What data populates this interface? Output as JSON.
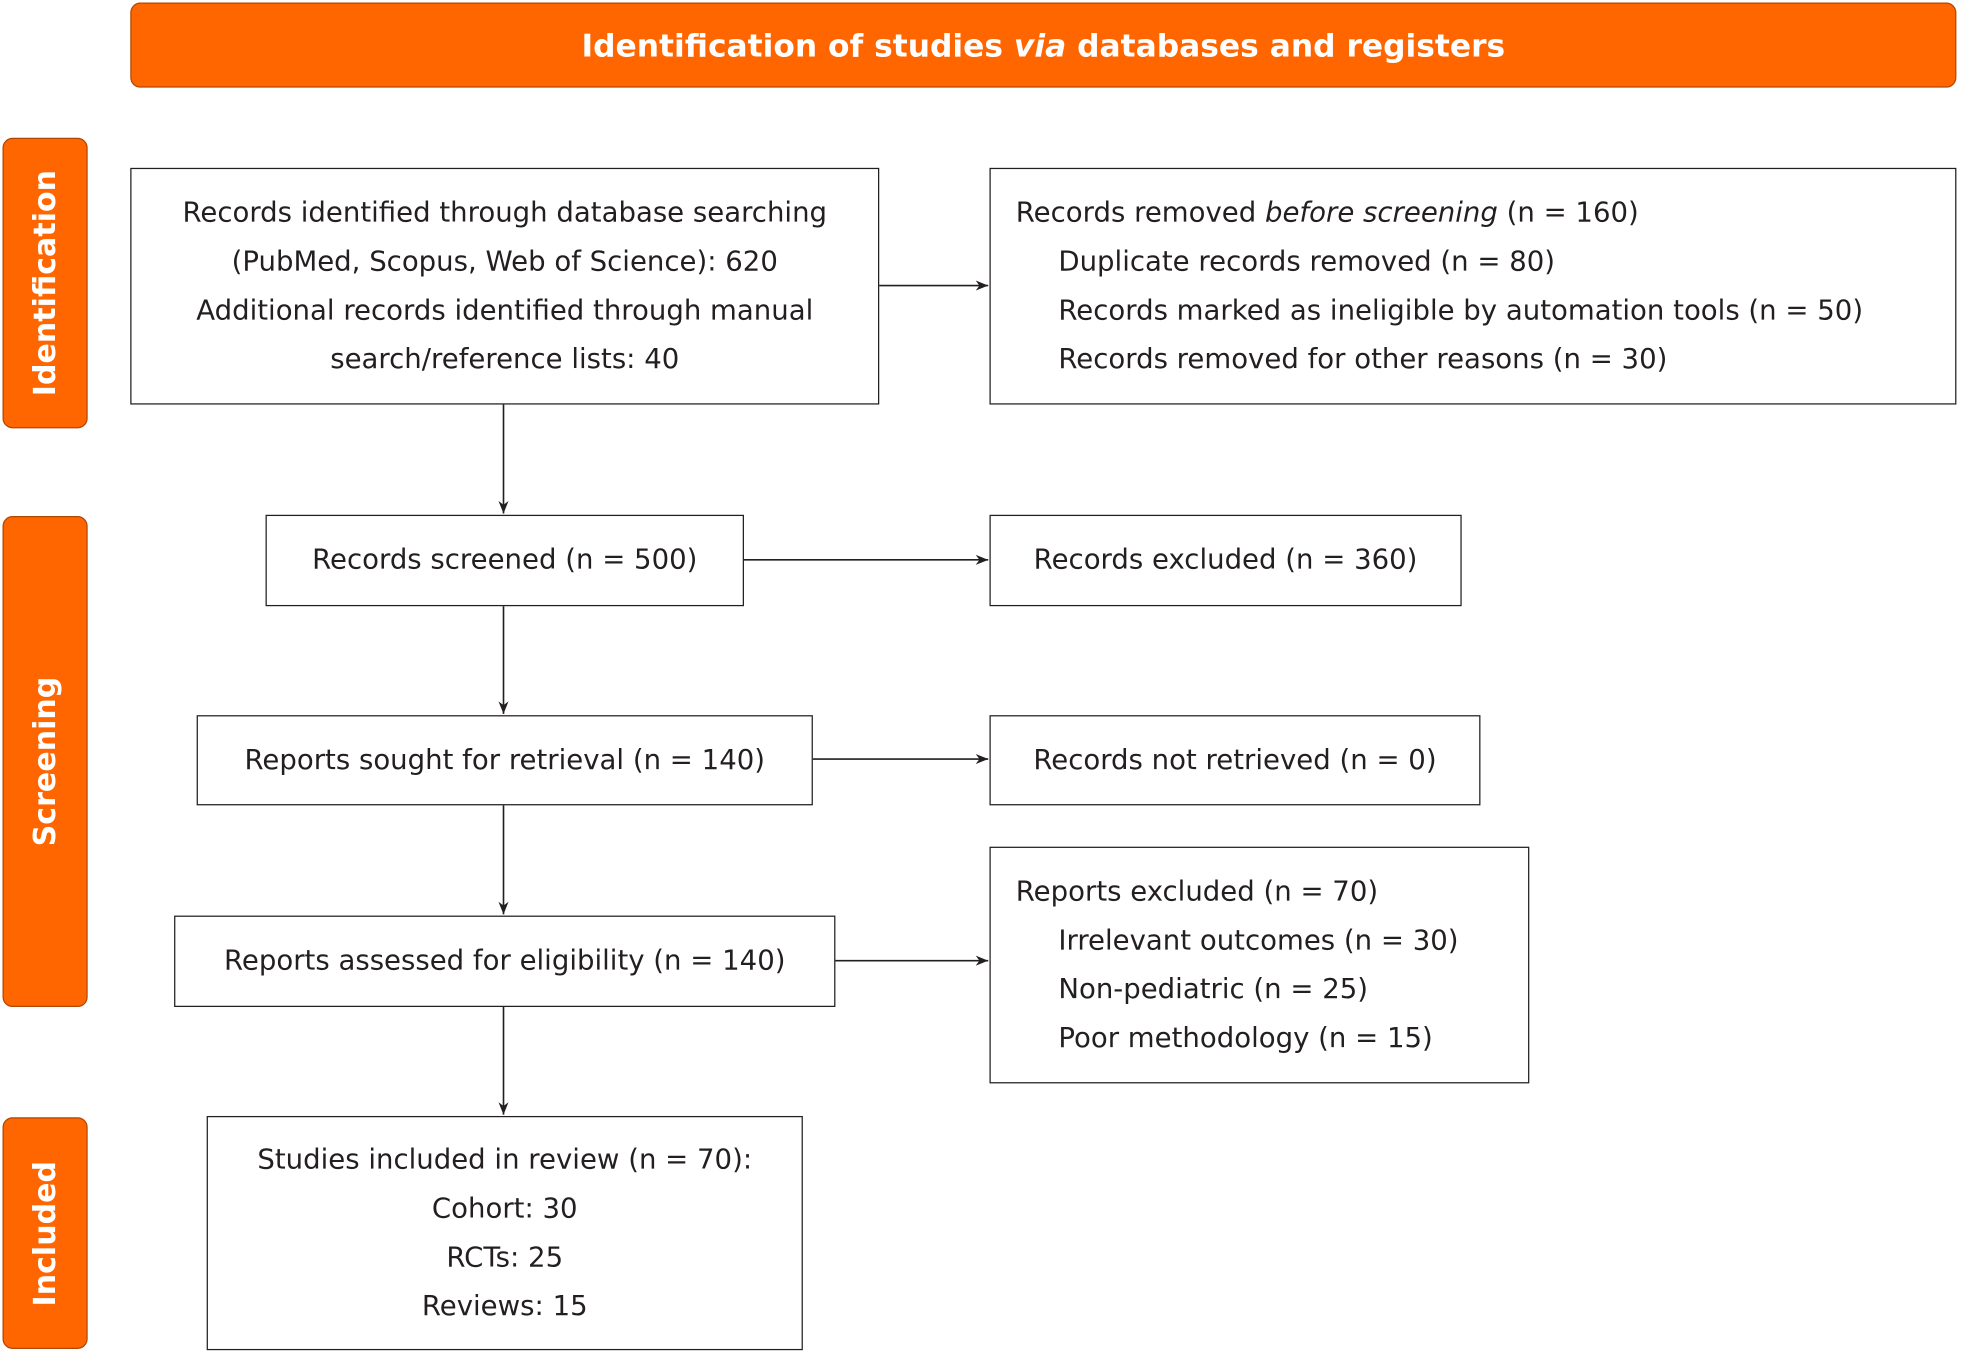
{
  "header": {
    "before": "Identification of studies ",
    "italic": "via",
    "after": " databases and registers"
  },
  "phases": [
    "Identification",
    "Screening",
    "Included"
  ],
  "identified": {
    "lines": [
      "Records identified through database searching",
      "(PubMed, Scopus, Web of Science): 620",
      "Additional records identified through manual",
      "search/reference lists: 40"
    ]
  },
  "removed": {
    "title_a": "Records removed ",
    "title_i": "before screening",
    "title_b": " (n = 160)",
    "items": [
      "Duplicate records removed (n = 80)",
      "Records marked as ineligible by automation tools (n = 50)",
      "Records removed for other reasons (n = 30)"
    ]
  },
  "screened": "Records screened (n = 500)",
  "excluded": "Records excluded (n = 360)",
  "sought": "Reports sought for retrieval (n = 140)",
  "not_retrieved": "Records not retrieved (n = 0)",
  "assessed": "Reports assessed for eligibility (n = 140)",
  "reports_excluded": {
    "title": "Reports excluded (n = 70)",
    "items": [
      "Irrelevant outcomes (n = 30)",
      "Non-pediatric (n = 25)",
      "Poor methodology (n = 15)"
    ]
  },
  "included": {
    "lines": [
      "Studies included in review (n = 70):",
      "Cohort: 30",
      "RCTs: 25",
      "Reviews: 15"
    ]
  }
}
